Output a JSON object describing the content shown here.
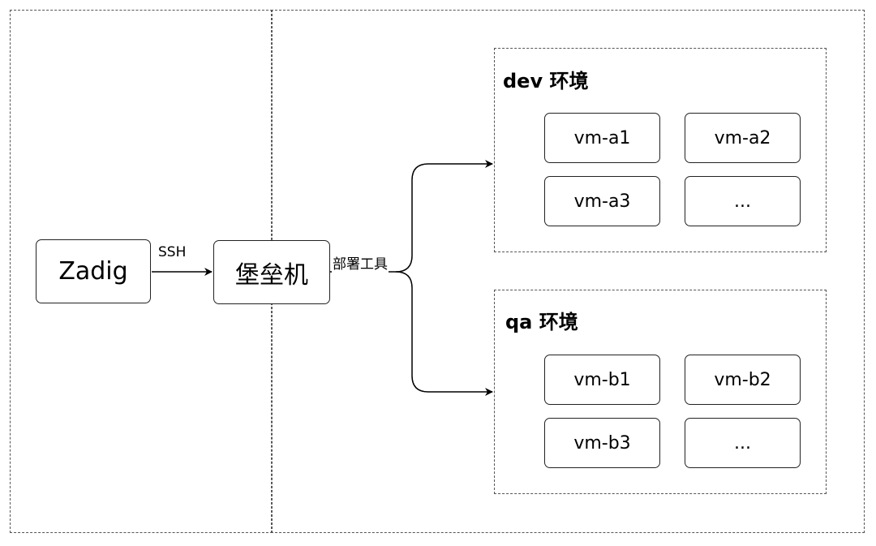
{
  "nodes": {
    "zadig": "Zadig",
    "bastion": "堡垒机"
  },
  "edges": {
    "ssh": "SSH",
    "deploy_tool": "部署工具"
  },
  "dev_env": {
    "title": "dev 环境",
    "vms": [
      "vm-a1",
      "vm-a2",
      "vm-a3",
      "..."
    ]
  },
  "qa_env": {
    "title": "qa 环境",
    "vms": [
      "vm-b1",
      "vm-b2",
      "vm-b3",
      "..."
    ]
  }
}
